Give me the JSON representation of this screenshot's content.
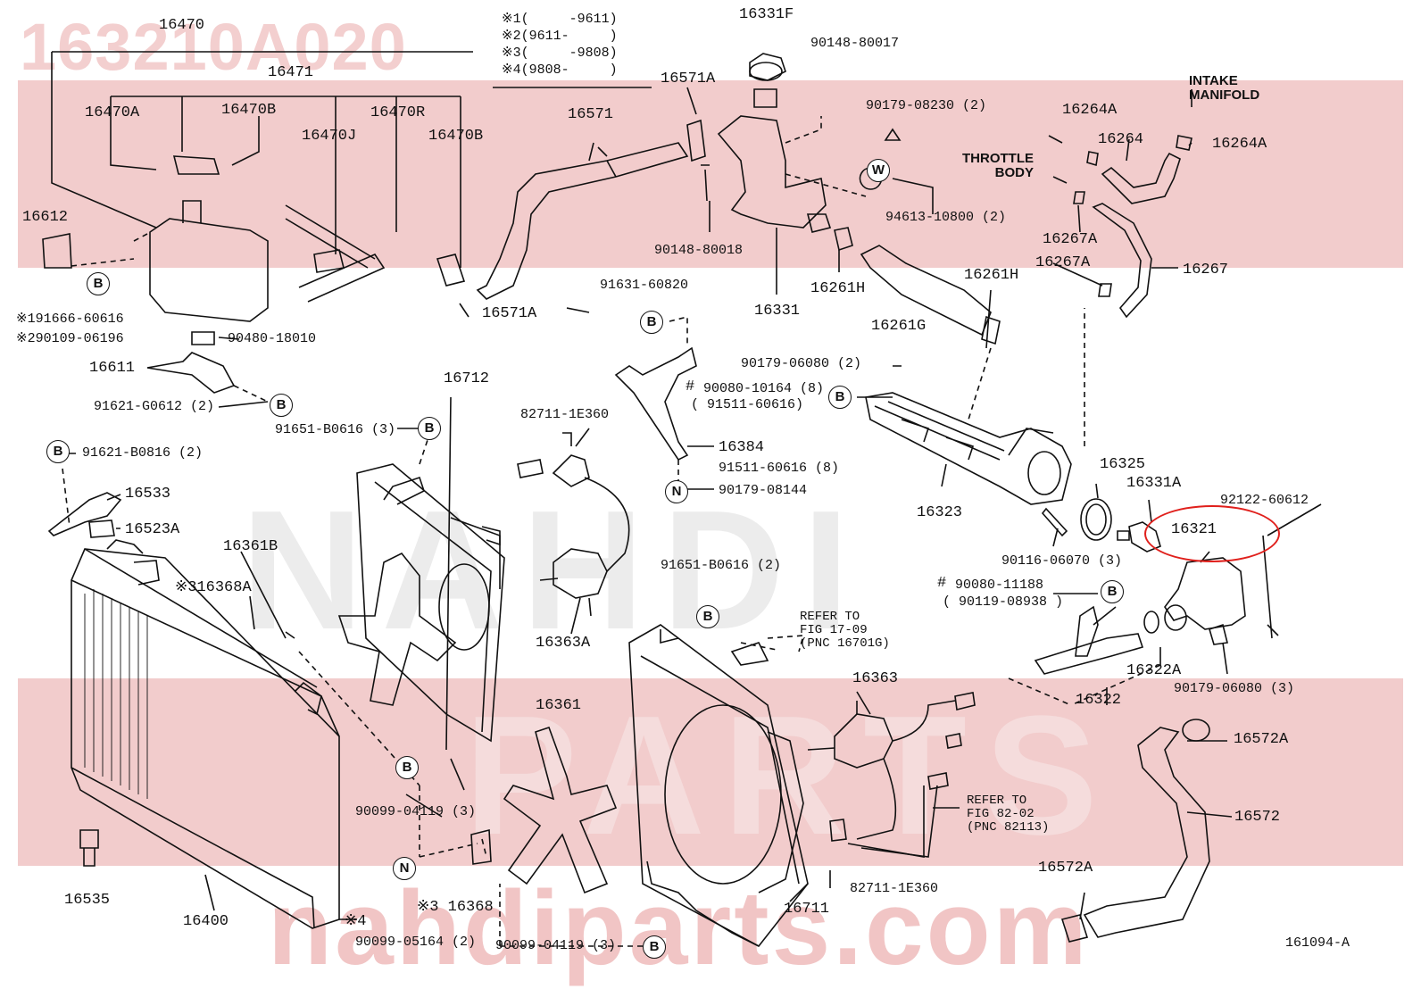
{
  "part_number": "163210A020",
  "watermark": {
    "url": "nahdiparts.com",
    "brand": "NAHDI PARTS"
  },
  "legend": [
    {
      "mark": "※1",
      "text": "(     -9611)"
    },
    {
      "mark": "※2",
      "text": "(9611-     )"
    },
    {
      "mark": "※3",
      "text": "(     -9808)"
    },
    {
      "mark": "※4",
      "text": "(9808-     )"
    }
  ],
  "callouts": {
    "intake_manifold": "INTAKE\nMANIFOLD",
    "throttle_body": "THROTTLE\nBODY"
  },
  "references": [
    {
      "id": "ref-1",
      "lines": [
        "REFER TO",
        "FIG 17-09",
        "(PNC 16701G)"
      ]
    },
    {
      "id": "ref-2",
      "lines": [
        "REFER TO",
        "FIG 82-02",
        "(PNC 82113)"
      ]
    }
  ],
  "labels": {
    "l16470": "16470",
    "l16471": "16471",
    "l16470A": "16470A",
    "l16470B_1": "16470B",
    "l16470R": "16470R",
    "l16470J": "16470J",
    "l16470B_2": "16470B",
    "l16612": "16612",
    "l91666": "※191666-60616",
    "l90109": "※290109-06196",
    "l90480": "90480-18010",
    "l16611": "16611",
    "l91621G": "91621-G0612 (2)",
    "l91651B_1": "91651-B0616 (3)",
    "l16712": "16712",
    "l91621B": "91621-B0816 (2)",
    "l16533": "16533",
    "l16523A": "16523A",
    "l16361B": "16361B",
    "l16368A": "※316368A",
    "l16535": "16535",
    "l16400": "16400",
    "l90099_05164": "90099-05164 (2)",
    "l90099_04119_1": "90099-04119 (3)",
    "l16368": "※3 16368",
    "l90099_04119_2": "90099-04119 (3)",
    "l16361": "16361",
    "l16363A": "16363A",
    "l82711_1": "82711-1E360",
    "l16571": "16571",
    "l16571A_1": "16571A",
    "l16571A_2": "16571A",
    "l16331F": "16331F",
    "l90148_1": "90148-80017",
    "l90148_2": "90148-80018",
    "l16331": "16331",
    "l91631": "91631-60820",
    "l16384": "16384",
    "l91511": "91511-60616 (8)",
    "l90179_08144": "90179-08144",
    "l90179_08230": "90179-08230 (2)",
    "l94613": "94613-10800 (2)",
    "l16261H_1": "16261H",
    "l16261H_2": "16261H",
    "l16261G": "16261G",
    "l90179_06080_1": "90179-06080 (2)",
    "l90080_10164": "90080-10164 (8)",
    "l91511_paren": "( 91511-60616)",
    "l16323": "16323",
    "l90116": "90116-06070 (3)",
    "l16264A_1": "16264A",
    "l16264": "16264",
    "l16264A_2": "16264A",
    "l16267A_1": "16267A",
    "l16267A_2": "16267A",
    "l16267": "16267",
    "l16325": "16325",
    "l16331A": "16331A",
    "l92122": "92122-60612",
    "l16321": "16321",
    "l91651B_2": "91651-B0616 (2)",
    "l90080_11188": "90080-11188",
    "l90119": "( 90119-08938 )",
    "l16322A": "16322A",
    "l16322": "16322",
    "l90179_06080_2": "90179-06080 (3)",
    "l16572A_1": "16572A",
    "l16572": "16572",
    "l16572A_2": "16572A",
    "l16363": "16363",
    "l16711": "16711",
    "l82711_2": "82711-1E360",
    "l_star4": "※4",
    "l_hash1": "#",
    "l_hash2": "#"
  },
  "badges": {
    "B": "B",
    "W": "W",
    "N": "N"
  },
  "figure_id": "161094-A",
  "colors": {
    "band": "#f2cccc",
    "highlight": "#e0201c",
    "ink": "#111111"
  }
}
